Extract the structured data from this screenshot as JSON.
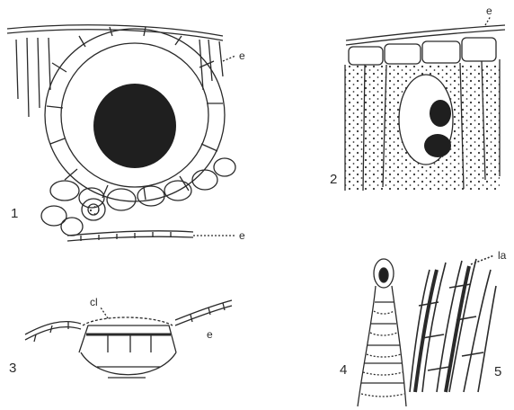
{
  "figure": {
    "panels": [
      {
        "number": "1",
        "labels": [
          "e",
          "e"
        ]
      },
      {
        "number": "2",
        "labels": [
          "e"
        ]
      },
      {
        "number": "3",
        "labels": [
          "cl",
          "e"
        ]
      },
      {
        "number": "4",
        "labels": []
      },
      {
        "number": "5",
        "labels": [
          "la"
        ]
      }
    ]
  },
  "colors": {
    "ink": "#2a2a2a",
    "background": "#ffffff",
    "fill_dark": "#1f1f1f"
  }
}
